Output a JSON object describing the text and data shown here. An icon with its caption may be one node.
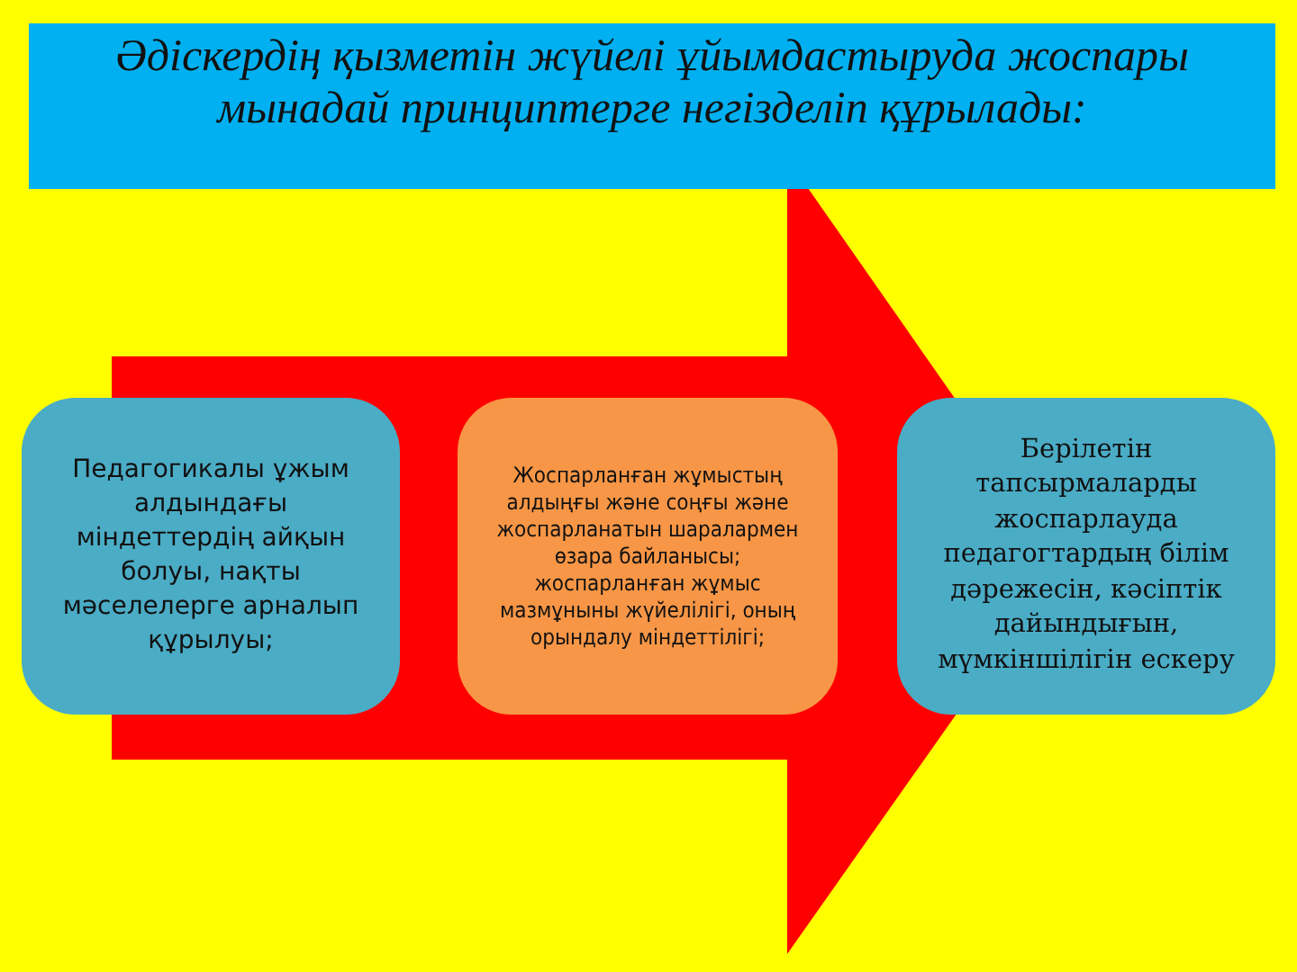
{
  "diagram": {
    "title": "Әдіскердің қызметін жүйелі ұйымдастыруда жоспары мынадай принциптерге негізделіп құрылады:",
    "nodes": [
      {
        "text": [
          "Педагогикалы ұжым алдындағы міндеттердің айқын болуы, нақты мәселелерге арналып құрылуы;"
        ]
      },
      {
        "text": [
          "Жоспарланған жұмыстың алдыңғы және соңғы және жоспарланатын шаралармен өзара байланысы; жоспарланған жұмыс мазмұныны жүйелілігі, оның орындалу міндеттілігі;"
        ]
      },
      {
        "text": [
          "Берілетін тапсырмаларды жоспарлауда педагогтардың білім дәрежесін, кәсіптік дайындығын, мүмкіншілігін ескеру"
        ]
      }
    ],
    "edges": [
      {
        "from": 0,
        "to": 2,
        "arrow": "to"
      }
    ]
  }
}
